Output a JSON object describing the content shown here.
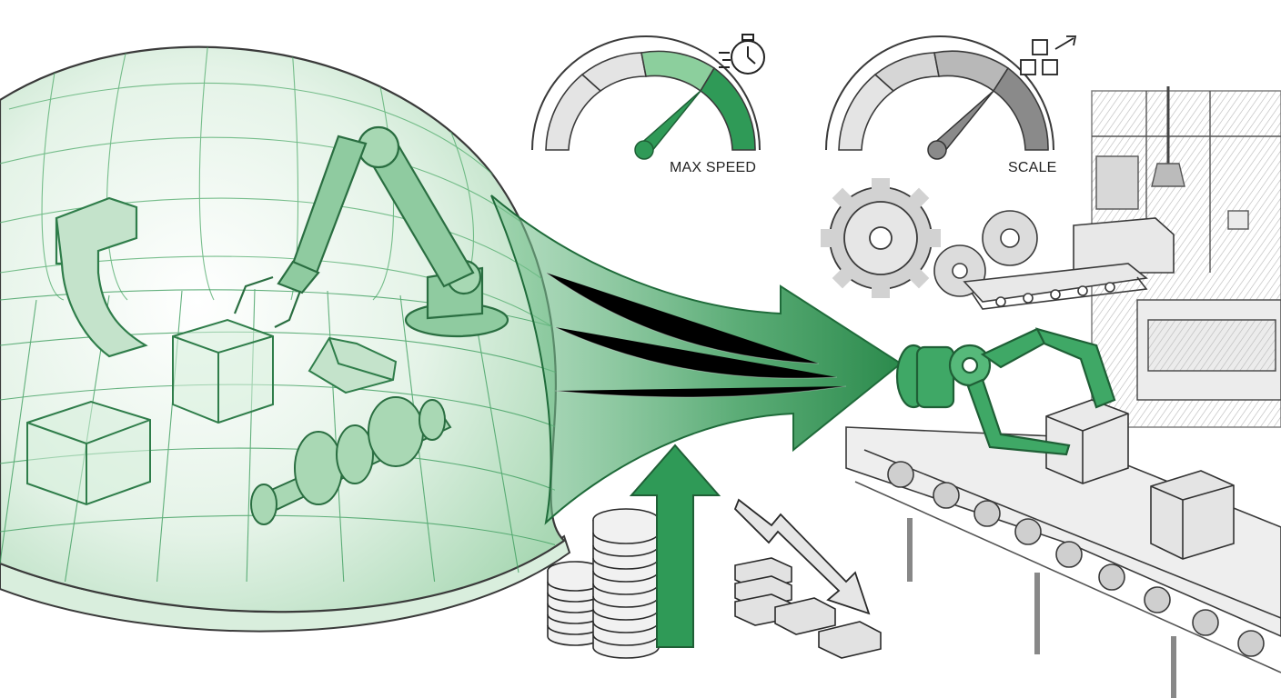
{
  "gauges": {
    "max_speed": {
      "label": "MAX SPEED",
      "icon": "stopwatch-icon",
      "level": 0.72
    },
    "scale": {
      "label": "SCALE",
      "icon": "cubes-icon",
      "level": 0.68
    }
  },
  "colors": {
    "accent_green": "#2f9a57",
    "light_green": "#cfe9d4",
    "pencil": "#3a3a3a",
    "shade_gray": "#9a9a9a"
  },
  "icons": [
    "simulation-dome",
    "robot-arm-icon",
    "cube-icon",
    "gear-shaft-icon",
    "transfer-arrow",
    "money-stack-icon",
    "up-arrow-icon",
    "down-arrow-icon",
    "gear-icon",
    "conveyor-belt-icon",
    "gripper-icon",
    "factory-icon"
  ]
}
